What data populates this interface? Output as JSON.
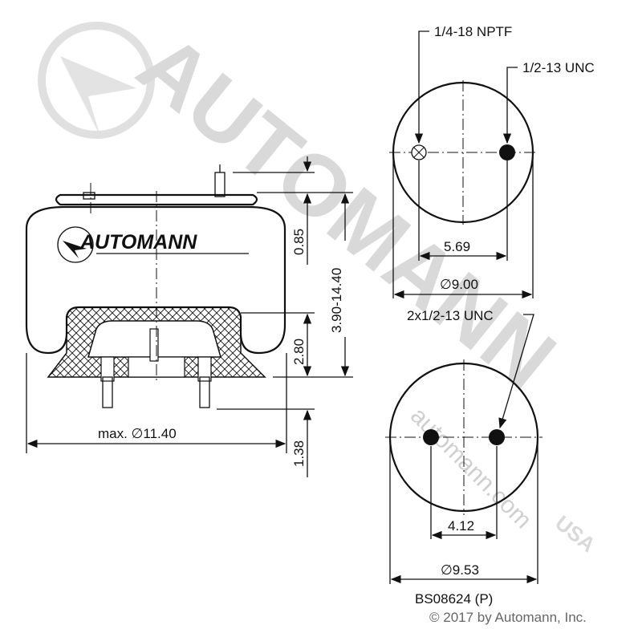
{
  "watermark": {
    "brand": "AUTOMANN",
    "suffix": "USA",
    "url": "automann.com"
  },
  "side_view": {
    "logo_text": "AUTOMANN",
    "dim_diameter": "max. ∅11.40",
    "dim_top_stud": "0.85",
    "dim_height_range": "3.90-14.40",
    "dim_piston": "2.80",
    "dim_bottom_stud": "1.38"
  },
  "top_plate": {
    "port_label": "1/4-18 NPTF",
    "stud_label": "1/2-13 UNC",
    "spacing": "5.69",
    "diameter": "∅9.00"
  },
  "bottom_plate": {
    "stud_label": "2x1/2-13 UNC",
    "spacing": "4.12",
    "diameter": "∅9.53"
  },
  "part_number": "BS08624 (P)",
  "copyright": "© 2017 by Automann, Inc."
}
